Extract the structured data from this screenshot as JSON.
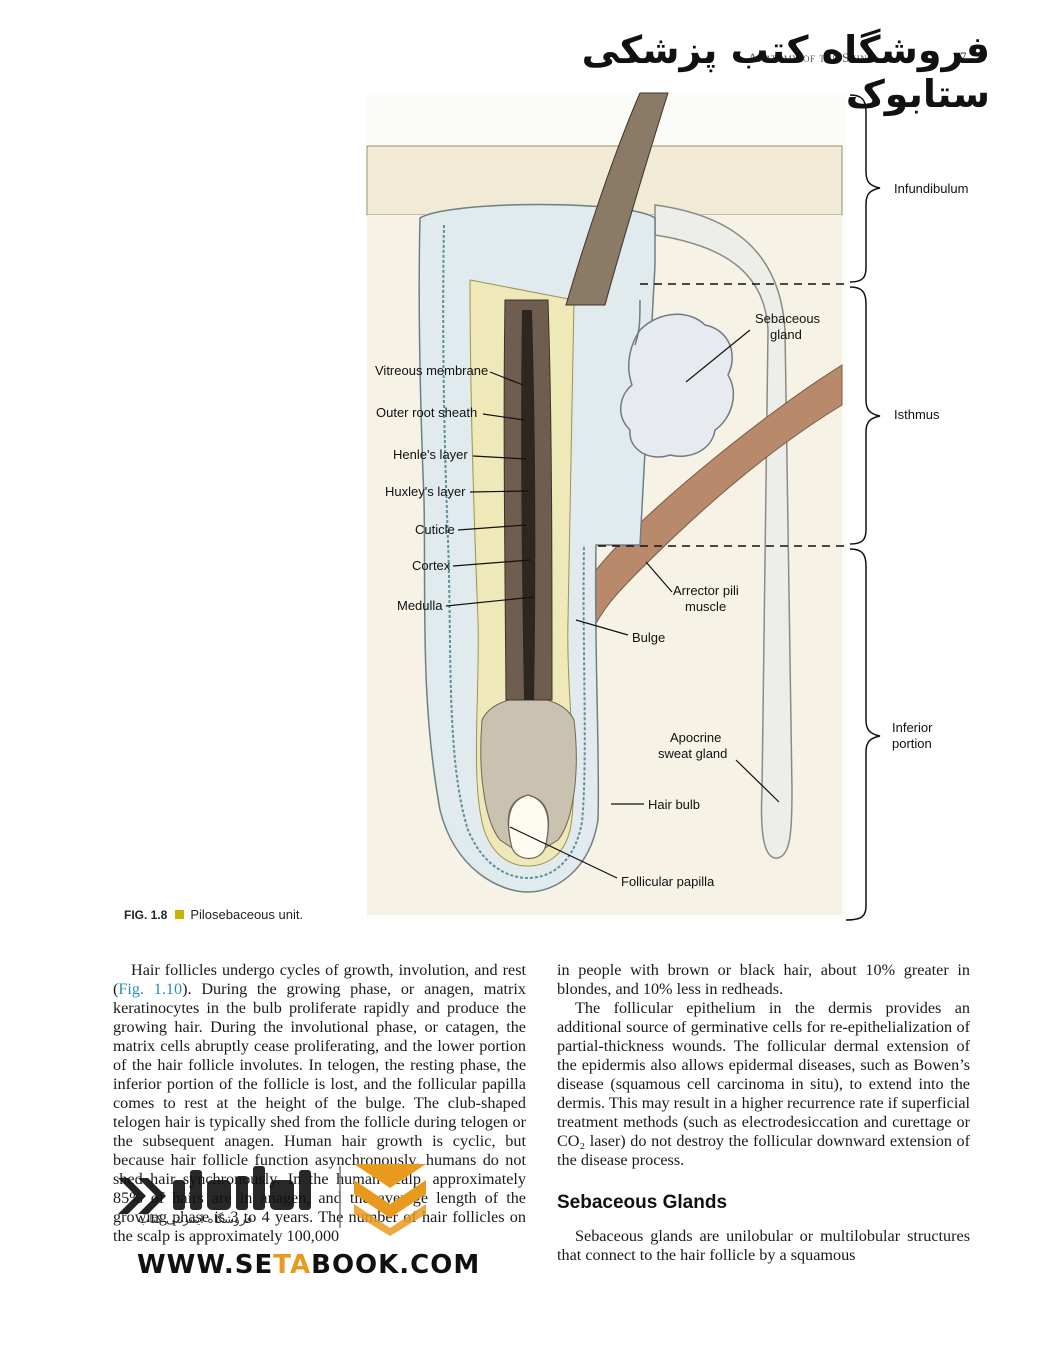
{
  "header": {
    "running_head": "Anatomy of the Skin",
    "page_number": "7",
    "store_name": "فروشگاه کتب پزشکی ستابوک"
  },
  "figure": {
    "labels_left": {
      "vitreous": "Vitreous membrane",
      "outer_root": "Outer root sheath",
      "henle": "Henle's layer",
      "huxley": "Huxley's layer",
      "cuticle": "Cuticle",
      "cortex": "Cortex",
      "medulla": "Medulla"
    },
    "labels_inner": {
      "sebaceous_1": "Sebaceous",
      "sebaceous_2": "gland",
      "arrector_1": "Arrector pili",
      "arrector_2": "muscle",
      "bulge": "Bulge",
      "apocrine_1": "Apocrine",
      "apocrine_2": "sweat gland",
      "hair_bulb": "Hair bulb",
      "papilla": "Follicular papilla"
    },
    "labels_right": {
      "infundibulum": "Infundibulum",
      "isthmus": "Isthmus",
      "inferior_1": "Inferior",
      "inferior_2": "portion"
    },
    "caption_num": "FIG. 1.8",
    "caption_text": "Pilosebaceous unit."
  },
  "body": {
    "left_p1a": "Hair follicles undergo cycles of growth, involution, and rest (",
    "left_p1_link": "Fig. 1.10",
    "left_p1b": "). During the growing phase, or anagen, matrix keratinocytes in the bulb proliferate rapidly and produce the growing hair. During the involutional phase, or catagen, the matrix cells abruptly cease proliferating, and the lower portion of the hair follicle involutes. In telogen, the resting phase, the inferior portion of the follicle is lost, and the follicular papilla comes to rest at the height of the bulge. The club-shaped telogen hair is typically shed from the follicle during telogen or the subsequent anagen. Human hair growth is cyclic, but because hair follicle function asynchronously, humans do not shed hair synchronously. In the human scalp, approximately 85% of hairs are in anagen, and the average length of the growing phase is 3 to 4 years. The number of hair follicles on the scalp is approximately 100,000",
    "right_p1": "in people with brown or black hair, about 10% greater in blondes, and 10% less in redheads.",
    "right_p2": "The follicular epithelium in the dermis provides an additional source of germinative cells for re-epithelialization of partial-thickness wounds. The follicular dermal extension of the epidermis also allows epidermal diseases, such as Bowen’s disease (squamous cell carcinoma in situ), to extend into the dermis. This may result in a higher recurrence rate if superficial treatment methods (such as electrodesiccation and curettage or CO₂ laser) do not destroy the follicular downward extension of the disease process.",
    "section_heading": "Sebaceous Glands",
    "right_p3": "Sebaceous glands are unilobular or multilobular structures that connect to the hair follicle by a squamous"
  },
  "watermark": {
    "url_pre": "WWW.SE",
    "url_accent": "TA",
    "url_post": "BOOK.COM",
    "sub": "فروشگاه اینترنتی کتاب"
  },
  "colors": {
    "link": "#2b8db5",
    "caption_marker": "#c8b400",
    "watermark_accent": "#e89a1e",
    "skin_fill": "#f3eedb",
    "sheath_fill": "#dfe9ec",
    "muscle_fill": "#b8896a",
    "hair_fill": "#8a7a66"
  }
}
